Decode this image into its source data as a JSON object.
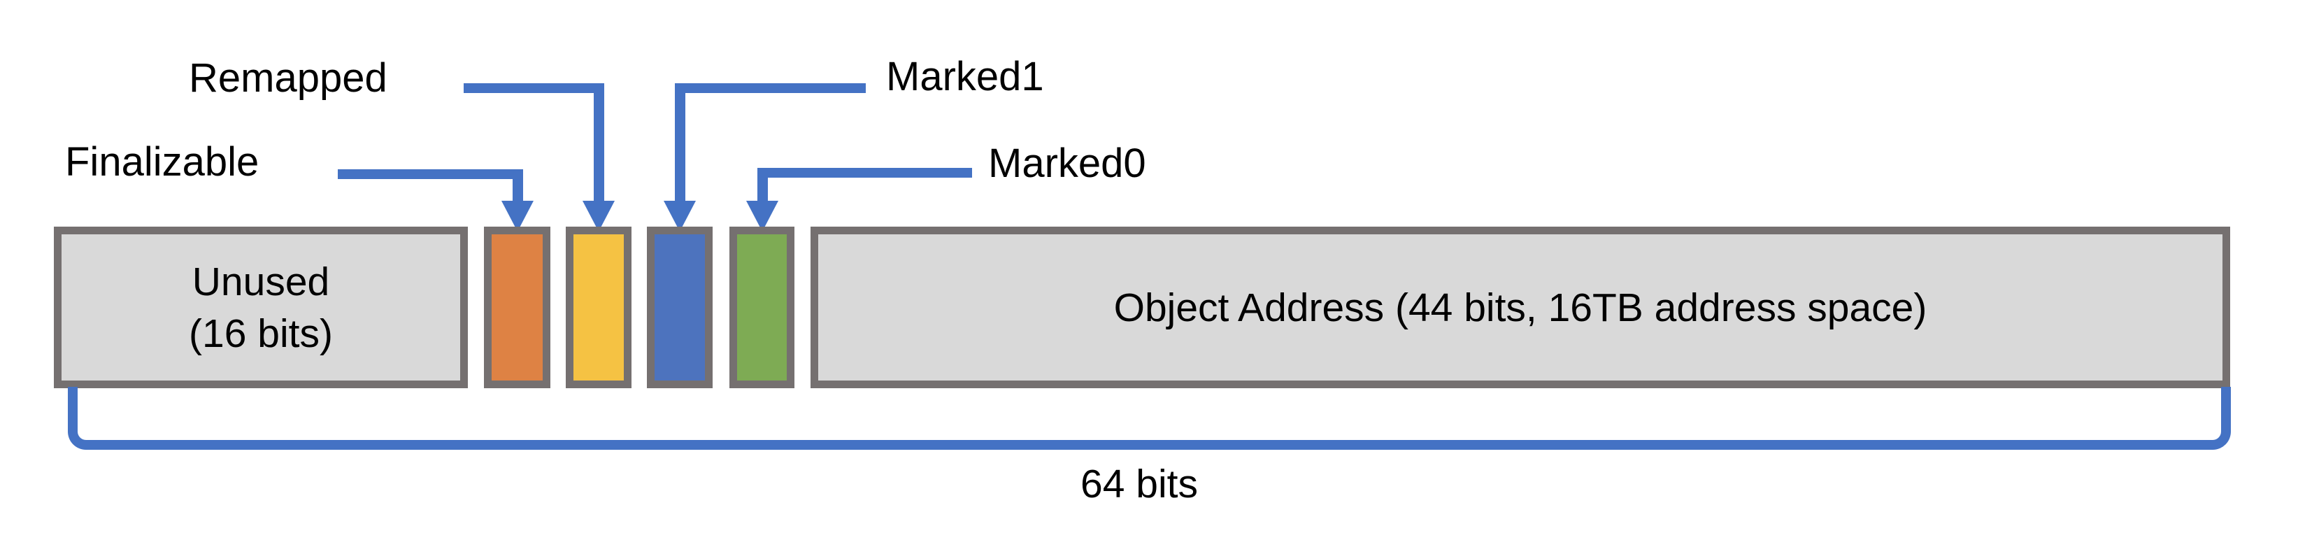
{
  "diagram": {
    "labels": {
      "finalizable": "Finalizable",
      "remapped": "Remapped",
      "marked1": "Marked1",
      "marked0": "Marked0"
    },
    "fields": {
      "unused_line1": "Unused",
      "unused_line2": "(16 bits)",
      "object_address": "Object Address (44 bits, 16TB address space)"
    },
    "bracket_label": "64 bits",
    "bits": [
      {
        "name": "Finalizable",
        "color_key": "bit_finalizable"
      },
      {
        "name": "Remapped",
        "color_key": "bit_remapped"
      },
      {
        "name": "Marked1",
        "color_key": "bit_marked1"
      },
      {
        "name": "Marked0",
        "color_key": "bit_marked0"
      }
    ]
  },
  "colors": {
    "arrow_blue": "#4472C4",
    "bit_finalizable": "#DE8244",
    "bit_remapped": "#F5C243",
    "bit_marked1": "#4D73BE",
    "bit_marked0": "#7EAB54",
    "field_fill": "#D9D9D9",
    "field_border": "#757070",
    "text": "#000000"
  }
}
